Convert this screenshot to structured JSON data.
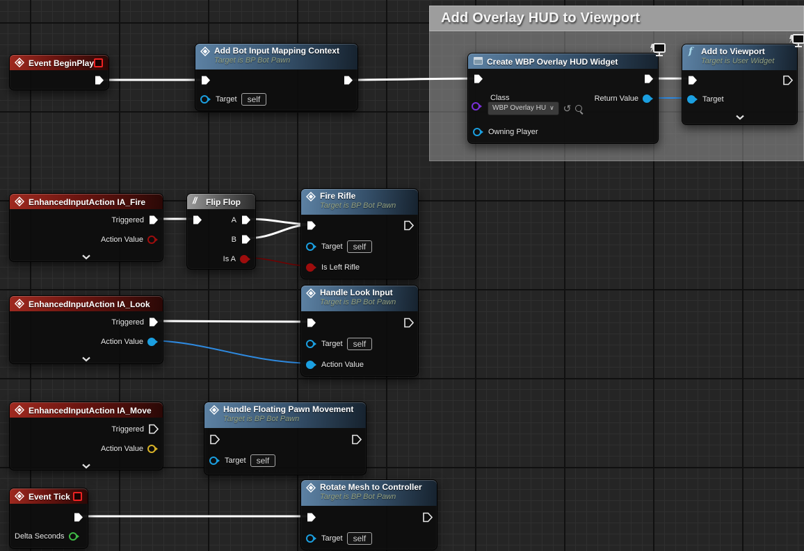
{
  "comment": {
    "title": "Add Overlay HUD to Viewport"
  },
  "colors": {
    "exec_wire": "#ffffff",
    "object_wire": "#2e8ae0",
    "bool_wire": "#6e0202",
    "pin_object": "#1b9fe0",
    "pin_bool": "#9e0d0d",
    "pin_float": "#3fba46",
    "pin_vector2d": "#d8b227",
    "pin_class": "#7a30d8",
    "header_event": "#a02a20",
    "header_function": "#5d82a4",
    "header_macro": "#9a9a9a",
    "comment_header": "#9d9d9d"
  },
  "nodes": {
    "begin_play": {
      "title": "Event BeginPlay"
    },
    "add_imc": {
      "title": "Add Bot Input Mapping Context",
      "subtitle": "Target is BP Bot Pawn",
      "target_label": "Target",
      "target_value": "self"
    },
    "create_widget": {
      "title": "Create WBP Overlay HUD Widget",
      "class_label": "Class",
      "class_value": "WBP Overlay HU",
      "class_dropdown_arrow": "∨",
      "return_value_label": "Return Value",
      "owning_player_label": "Owning Player"
    },
    "add_viewport": {
      "fn_icon": "f",
      "title": "Add to Viewport",
      "subtitle": "Target is User Widget",
      "target_label": "Target"
    },
    "ia_fire": {
      "title": "EnhancedInputAction IA_Fire",
      "triggered_label": "Triggered",
      "action_value_label": "Action Value"
    },
    "flip_flop": {
      "icon": "//",
      "title": "Flip Flop",
      "a_label": "A",
      "b_label": "B",
      "is_a_label": "Is A"
    },
    "fire_rifle": {
      "title": "Fire Rifle",
      "subtitle": "Target is BP Bot Pawn",
      "target_label": "Target",
      "target_value": "self",
      "is_left_rifle_label": "Is Left Rifle"
    },
    "ia_look": {
      "title": "EnhancedInputAction IA_Look",
      "triggered_label": "Triggered",
      "action_value_label": "Action Value"
    },
    "handle_look": {
      "title": "Handle Look Input",
      "subtitle": "Target is BP Bot Pawn",
      "target_label": "Target",
      "target_value": "self",
      "action_value_label": "Action Value"
    },
    "ia_move": {
      "title": "EnhancedInputAction IA_Move",
      "triggered_label": "Triggered",
      "action_value_label": "Action Value"
    },
    "handle_move": {
      "title": "Handle Floating Pawn Movement",
      "subtitle": "Target is BP Bot Pawn",
      "target_label": "Target",
      "target_value": "self"
    },
    "event_tick": {
      "title": "Event Tick",
      "delta_seconds_label": "Delta Seconds"
    },
    "rotate_mesh": {
      "title": "Rotate Mesh to Controller",
      "subtitle": "Target is BP Bot Pawn",
      "target_label": "Target",
      "target_value": "self"
    }
  }
}
